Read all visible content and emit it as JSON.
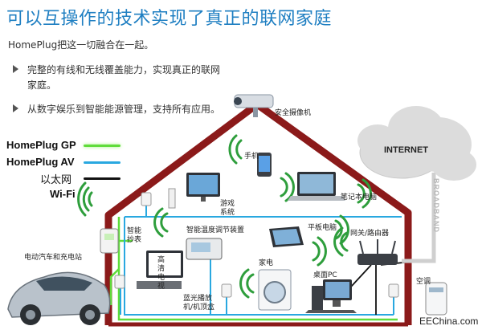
{
  "title": "可以互操作的技术实现了真正的联网家庭",
  "intro": "HomePlug把这一切融合在一起。",
  "bullets": [
    "完整的有线和无线覆盖能力，实现真正的联网家庭。",
    "从数字娱乐到智能能源管理，支持所有应用。"
  ],
  "legend": {
    "gp": "HomePlug GP",
    "av": "HomePlug AV",
    "ethernet": "以太网",
    "wifi": "Wi-Fi"
  },
  "colors": {
    "gp": "#5fdc3a",
    "av": "#29a8e0",
    "ethernet": "#111111",
    "roof": "#8b1a1a",
    "title": "#1f7fc2"
  },
  "devices": {
    "camera": "安全摄像机",
    "internet": "INTERNET",
    "broadband": "BROADBAND",
    "phone": "手机",
    "laptop": "笔记本电脑",
    "game": "游戏系统",
    "tablet": "平板电脑",
    "gateway": "网关/路由器",
    "adapter": "智能抄表",
    "thermostat": "智能温度调节装置",
    "tv": "高清电视",
    "appliance": "家电",
    "pc": "桌面PC",
    "ev": "电动汽车和充电站",
    "bluray": "蓝光播放机/机顶盒",
    "ac": "空调"
  },
  "watermark": "EEChina.com"
}
